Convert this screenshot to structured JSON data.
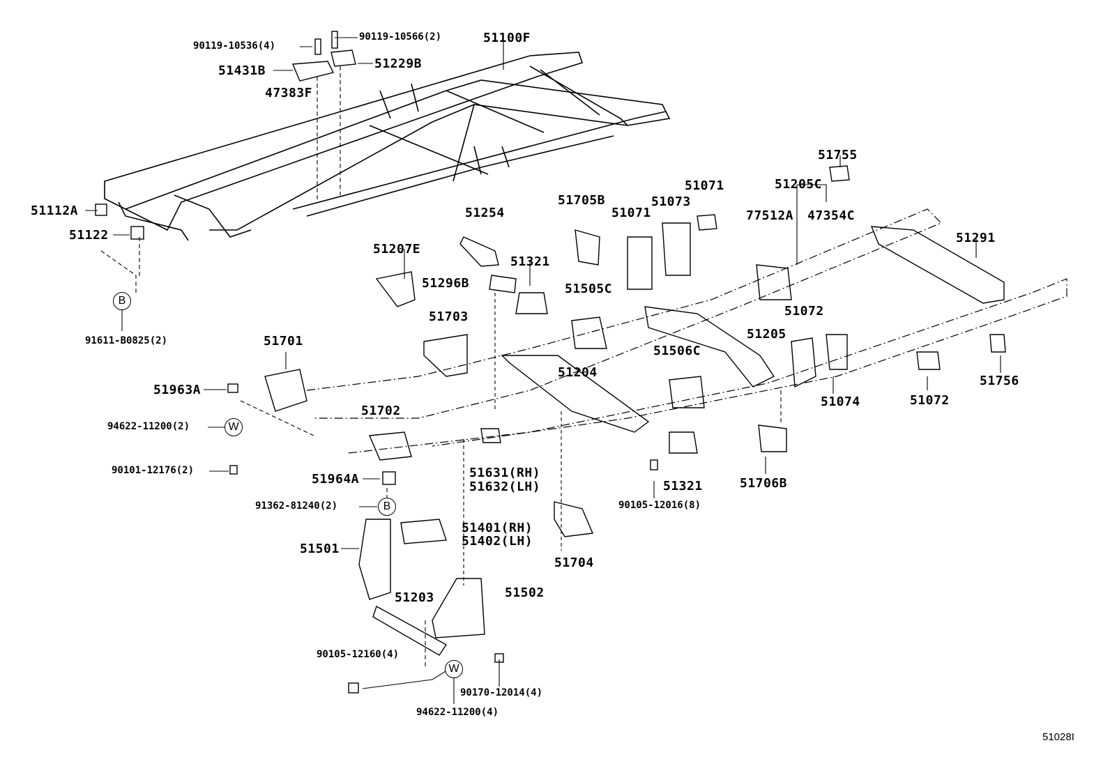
{
  "diagram_title_ref": "51028I",
  "labels": [
    "90119-10536(4)",
    "90119-10566(2)",
    "51100F",
    "51431B",
    "51229B",
    "47383F",
    "51112A",
    "51122",
    "91611-B0825(2)",
    "51254",
    "51705B",
    "51071",
    "51073",
    "51071",
    "51755",
    "51205C",
    "77512A",
    "47354C",
    "51291",
    "51207E",
    "51321",
    "51296B",
    "51505C",
    "51703",
    "51072",
    "51701",
    "51205",
    "51506C",
    "51204",
    "51963A",
    "51074",
    "51072",
    "51756",
    "94622-11200(2)",
    "51702",
    "51631(RH)",
    "51632(LH)",
    "90101-12176(2)",
    "51964A",
    "51321",
    "51706B",
    "90105-12016(8)",
    "91362-81240(2)",
    "51401(RH)",
    "51402(LH)",
    "51501",
    "51704",
    "51502",
    "51203",
    "90105-12160(4)",
    "90170-12014(4)",
    "94622-11200(4)"
  ],
  "circles": [
    "B",
    "W",
    "B",
    "W"
  ]
}
